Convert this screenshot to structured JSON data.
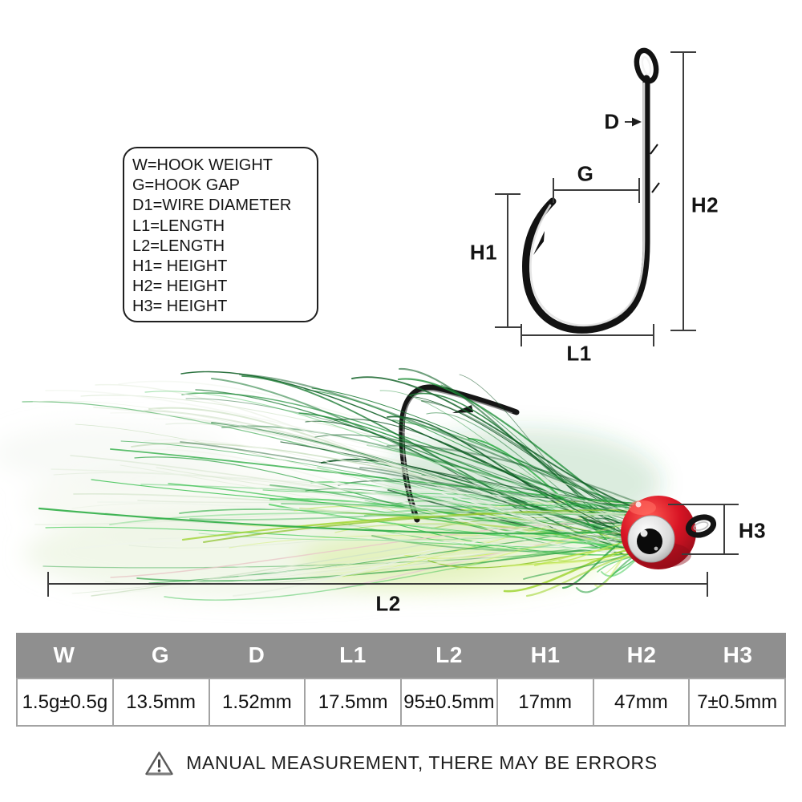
{
  "legend": {
    "lines": [
      "W=HOOK WEIGHT",
      "G=HOOK GAP",
      "D1=WIRE DIAMETER",
      "L1=LENGTH",
      "L2=LENGTH",
      "H1= HEIGHT",
      "H2= HEIGHT",
      "H3= HEIGHT"
    ]
  },
  "hook_diagram": {
    "labels": {
      "d": "D",
      "g": "G",
      "h1": "H1",
      "h2": "H2",
      "l1": "L1"
    }
  },
  "lure_diagram": {
    "labels": {
      "h3": "H3",
      "l2": "L2"
    }
  },
  "spec_table": {
    "columns": [
      "W",
      "G",
      "D",
      "L1",
      "L2",
      "H1",
      "H2",
      "H3"
    ],
    "values": [
      "1.5g±0.5g",
      "13.5mm",
      "1.52mm",
      "17.5mm",
      "95±0.5mm",
      "17mm",
      "47mm",
      "7±0.5mm"
    ]
  },
  "footer": {
    "icon": "warning-triangle-icon",
    "text": "MANUAL MEASUREMENT, THERE MAY BE ERRORS"
  },
  "colors": {
    "background": "#ffffff",
    "table_header_bg": "#8f8f8f",
    "table_border": "#a3a3a3",
    "text": "#111111",
    "dimension_line": "#3c3c3c",
    "lure_head_red": "#d81424",
    "fiber_green": "#2fae46",
    "fiber_chartreuse": "#9fd431"
  }
}
